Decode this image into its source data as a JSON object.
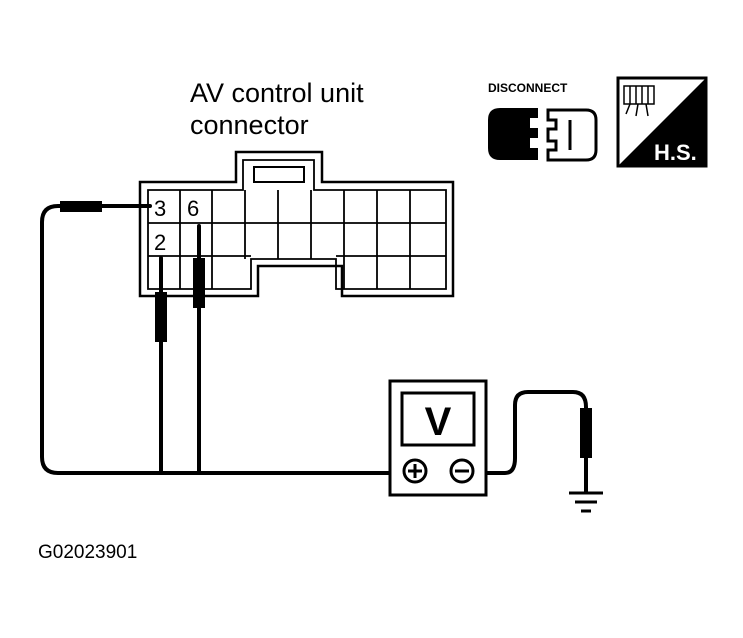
{
  "title": {
    "line1": "AV control unit",
    "line2": "connector"
  },
  "connector": {
    "pins": [
      "3",
      "6",
      "2"
    ]
  },
  "badges": {
    "disconnect_label": "DISCONNECT",
    "hs_label": "H.S."
  },
  "meter": {
    "label": "V",
    "plus_symbol": "+",
    "minus_symbol": "−"
  },
  "figure_code": "G02023901"
}
